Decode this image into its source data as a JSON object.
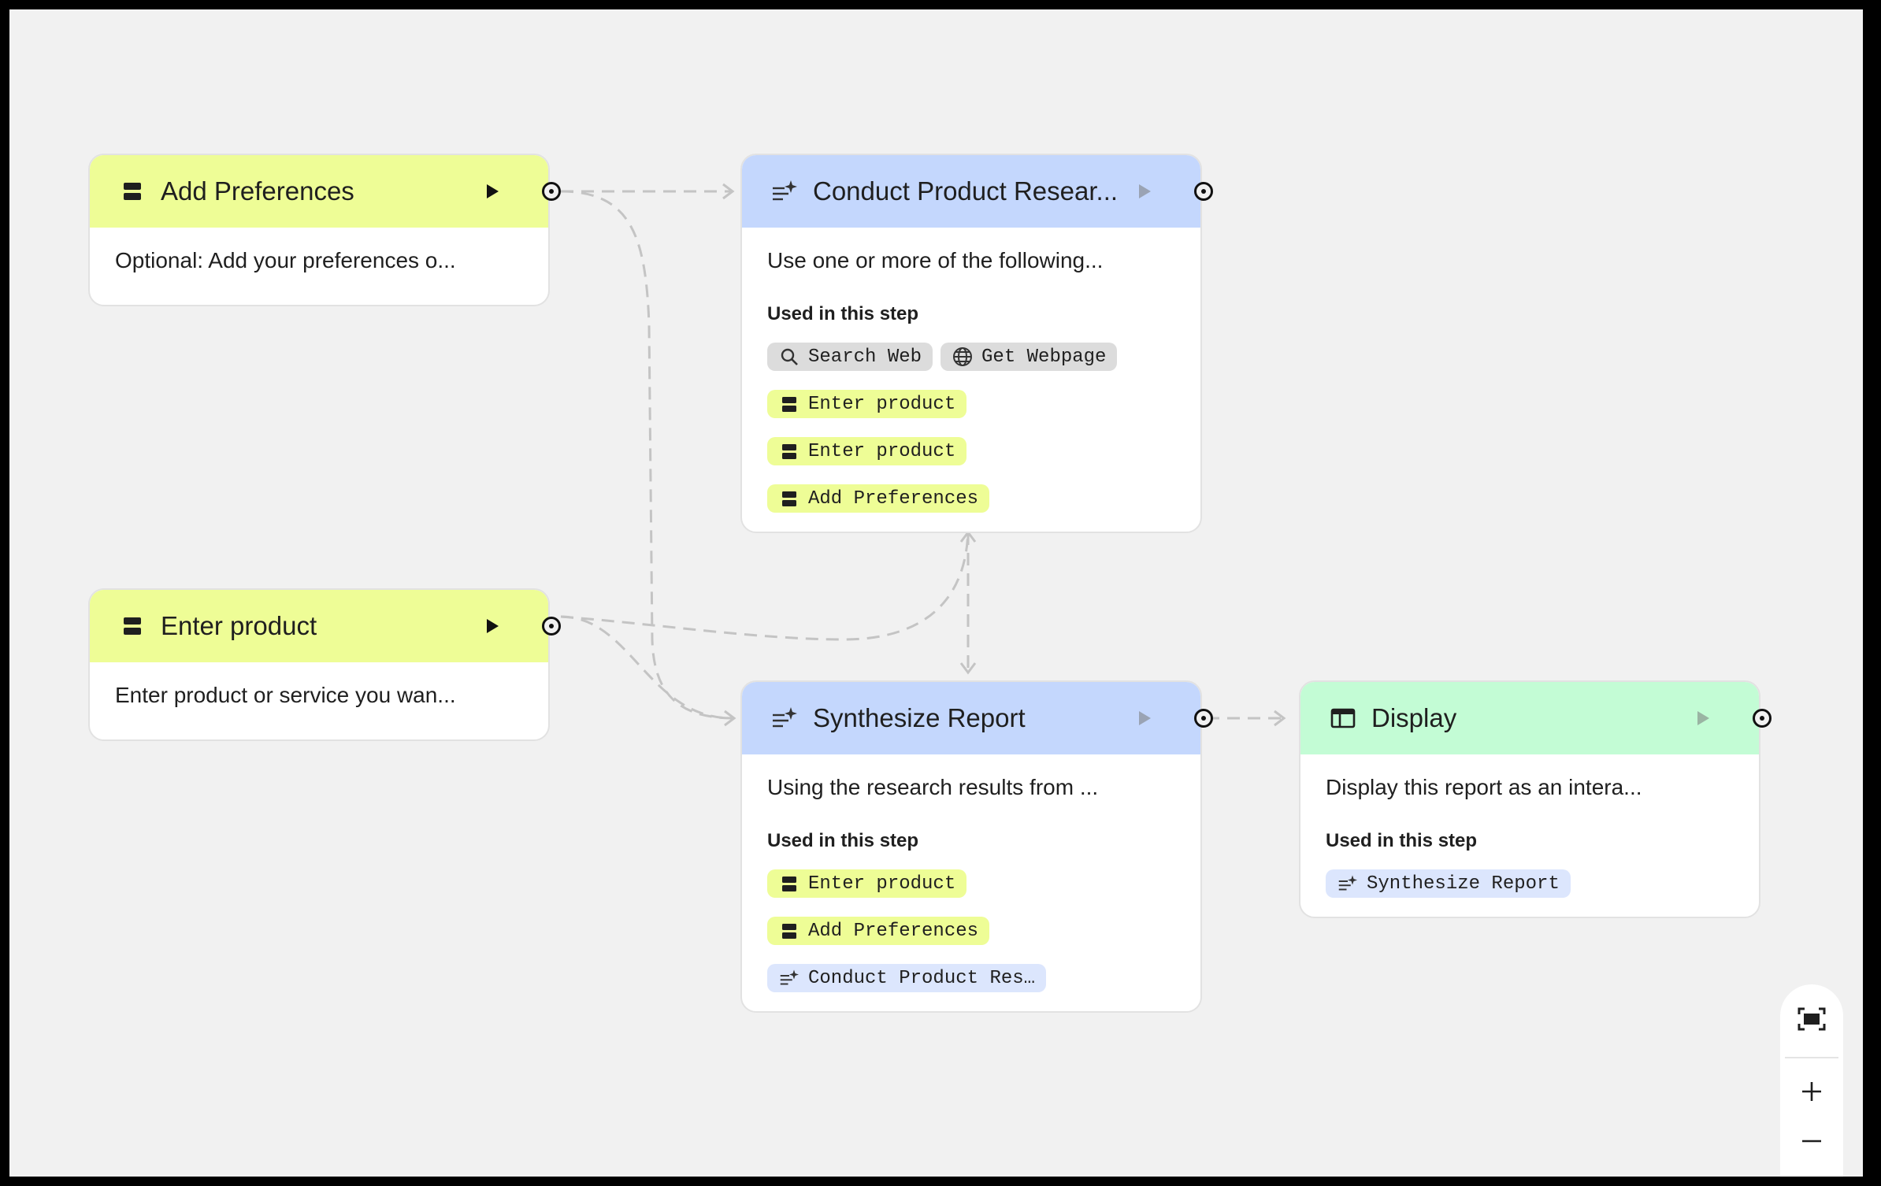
{
  "nodes": {
    "add_preferences": {
      "title": "Add Preferences",
      "description": "Optional: Add your preferences o...",
      "icon": "input-icon"
    },
    "enter_product": {
      "title": "Enter product",
      "description": "Enter product or service you wan...",
      "icon": "input-icon"
    },
    "conduct_research": {
      "title": "Conduct Product Resear...",
      "description": "Use one or more of the following...",
      "used_label": "Used in this step",
      "icon": "generate-sparkle-icon",
      "chips": [
        {
          "label": "Search Web",
          "kind": "tool",
          "icon": "search-icon"
        },
        {
          "label": "Get Webpage",
          "kind": "tool",
          "icon": "globe-icon"
        },
        {
          "label": "Enter product",
          "kind": "input",
          "icon": "input-icon"
        },
        {
          "label": "Enter product",
          "kind": "input",
          "icon": "input-icon"
        },
        {
          "label": "Add Preferences",
          "kind": "input",
          "icon": "input-icon"
        }
      ]
    },
    "synthesize_report": {
      "title": "Synthesize Report",
      "description": "Using the research results from ...",
      "used_label": "Used in this step",
      "icon": "generate-sparkle-icon",
      "chips": [
        {
          "label": "Enter product",
          "kind": "input",
          "icon": "input-icon"
        },
        {
          "label": "Add Preferences",
          "kind": "input",
          "icon": "input-icon"
        },
        {
          "label": "Conduct Product Res…",
          "kind": "gen",
          "icon": "generate-sparkle-icon"
        }
      ]
    },
    "display": {
      "title": "Display",
      "description": "Display this report as an intera...",
      "used_label": "Used in this step",
      "icon": "display-window-icon",
      "chips": [
        {
          "label": "Synthesize Report",
          "kind": "gen",
          "icon": "generate-sparkle-icon"
        }
      ]
    }
  },
  "zoom_controls": {
    "fit_icon": "fit-view-icon",
    "zoom_in_icon": "zoom-in-plus-icon",
    "zoom_out_icon": "zoom-out-minus-icon"
  },
  "colors": {
    "input": "#eefd96",
    "generate": "#c4d7fd",
    "output": "#c3fcd5",
    "tool_chip": "#dcdcdc",
    "canvas": "#f1f1f1",
    "edge": "#c4c4c4"
  }
}
